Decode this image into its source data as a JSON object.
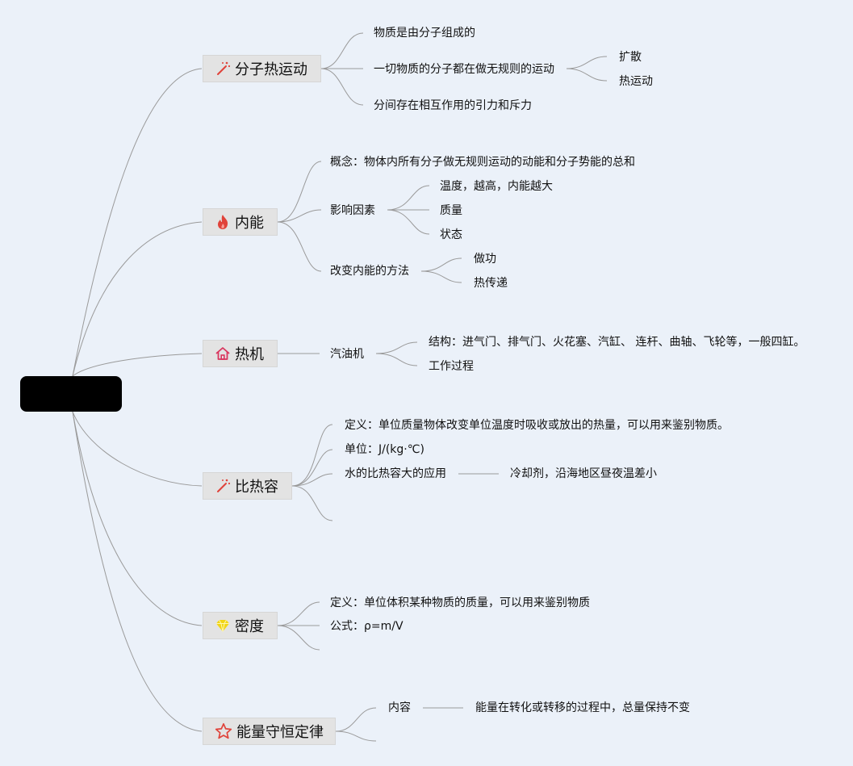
{
  "root": {
    "label": ""
  },
  "topics": {
    "t1": {
      "label": "分子热运动",
      "icon": "magic-wand-icon"
    },
    "t2": {
      "label": "内能",
      "icon": "flame-icon"
    },
    "t3": {
      "label": "热机",
      "icon": "house-icon"
    },
    "t4": {
      "label": "比热容",
      "icon": "magic-wand-icon"
    },
    "t5": {
      "label": "密度",
      "icon": "diamond-icon"
    },
    "t6": {
      "label": "能量守恒定律",
      "icon": "star-icon"
    }
  },
  "nodes": {
    "n1_1": "物质是由分子组成的",
    "n1_2": "一切物质的分子都在做无规则的运动",
    "n1_2a": "扩散",
    "n1_2b": "热运动",
    "n1_3": "分间存在相互作用的引力和斥力",
    "n2_1": "概念：物体内所有分子做无规则运动的动能和分子势能的总和",
    "n2_2": "影响因素",
    "n2_2a": "温度，越高，内能越大",
    "n2_2b": "质量",
    "n2_2c": "状态",
    "n2_3": "改变内能的方法",
    "n2_3a": "做功",
    "n2_3b": "热传递",
    "n3_1": "汽油机",
    "n3_1a": "结构：进气门、排气门、火花塞、汽缸、 连杆、曲轴、飞轮等，一般四缸。",
    "n3_1b": "工作过程",
    "n4_1": "定义：单位质量物体改变单位温度时吸收或放出的热量，可以用来鉴别物质。",
    "n4_2": "单位：J/(kg·℃)",
    "n4_3": "水的比热容大的应用",
    "n4_3a": "冷却剂，沿海地区昼夜温差小",
    "n5_1": "定义：单位体积某种物质的质量，可以用来鉴别物质",
    "n5_2": "公式：ρ=m/V",
    "n6_1": "内容",
    "n6_1a": "能量在转化或转移的过程中，总量保持不变"
  },
  "colors": {
    "background": "#ebf1f9",
    "root": "#000000",
    "topic_fill": "#e3e3e3",
    "line": "#9a9a9a",
    "icon_red": "#e0433a",
    "icon_pink": "#d9365e",
    "icon_yellow": "#f1d516"
  }
}
